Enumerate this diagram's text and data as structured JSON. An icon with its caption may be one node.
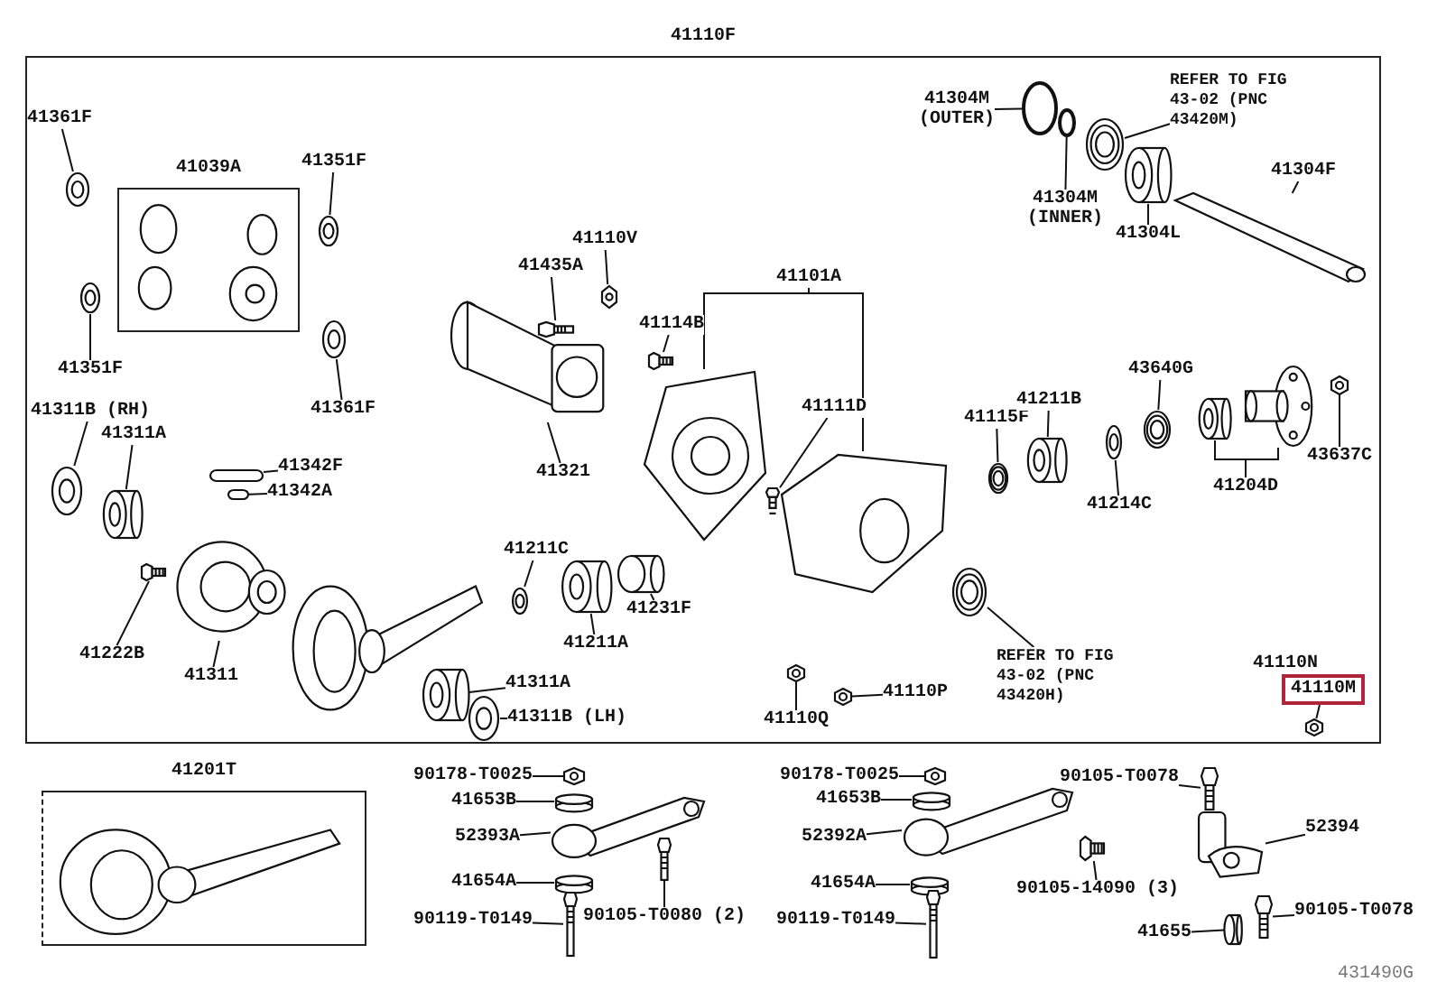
{
  "diagram": {
    "nodes": [
      {
        "text": [
          "41110F"
        ]
      },
      {
        "text": [
          "41039A"
        ],
        "in": 0
      },
      {
        "text": [
          "41361F"
        ],
        "in": 0
      },
      {
        "text": [],
        "shape": "picture",
        "in": 0
      },
      {
        "text": [
          "41351F"
        ],
        "in": 0
      },
      {
        "text": [],
        "shape": "picture",
        "in": 0
      },
      {
        "text": [
          "41351F"
        ],
        "in": 0
      },
      {
        "text": [],
        "shape": "picture",
        "in": 0
      },
      {
        "text": [
          "41361F"
        ],
        "in": 0
      },
      {
        "text": [],
        "shape": "picture",
        "in": 0
      },
      {
        "text": [
          "41311B (RH)"
        ],
        "in": 0
      },
      {
        "text": [],
        "shape": "picture",
        "in": 0
      },
      {
        "text": [
          "41311A"
        ],
        "in": 0
      },
      {
        "text": [],
        "shape": "picture",
        "in": 0
      },
      {
        "text": [
          "41342F"
        ],
        "in": 0
      },
      {
        "text": [],
        "shape": "bar",
        "in": 0
      },
      {
        "text": [
          "41342A"
        ],
        "in": 0
      },
      {
        "text": [],
        "shape": "bar",
        "in": 0
      },
      {
        "text": [
          "41435A"
        ],
        "in": 0
      },
      {
        "text": [],
        "shape": "picture",
        "in": 0
      },
      {
        "text": [
          "41110V"
        ],
        "in": 0
      },
      {
        "text": [],
        "shape": "picture",
        "in": 0
      },
      {
        "text": [
          "41321"
        ],
        "in": 0
      },
      {
        "text": [],
        "shape": "picture",
        "in": 0
      },
      {
        "text": [
          "41114B"
        ],
        "in": 0
      },
      {
        "text": [],
        "shape": "picture",
        "in": 0
      },
      {
        "text": [
          "41101A"
        ],
        "in": 0
      },
      {
        "text": [],
        "shape": "picture",
        "in": 0
      },
      {
        "text": [],
        "shape": "picture",
        "in": 0
      },
      {
        "text": [
          "41111D"
        ],
        "in": 0
      },
      {
        "text": [],
        "shape": "picture",
        "in": 0
      },
      {
        "text": [
          "41115F"
        ],
        "in": 0
      },
      {
        "text": [],
        "shape": "picture",
        "in": 0
      },
      {
        "text": [
          "41211B"
        ],
        "in": 0
      },
      {
        "text": [],
        "shape": "picture",
        "in": 0
      },
      {
        "text": [
          "41214C"
        ],
        "in": 0
      },
      {
        "text": [],
        "shape": "picture",
        "in": 0
      },
      {
        "text": [
          "43640G"
        ],
        "in": 0
      },
      {
        "text": [],
        "shape": "picture",
        "in": 0
      },
      {
        "text": [
          "41204D"
        ],
        "in": 0
      },
      {
        "text": [],
        "shape": "picture",
        "in": 0
      },
      {
        "text": [],
        "shape": "picture",
        "in": 0
      },
      {
        "text": [
          "43637C"
        ],
        "in": 0
      },
      {
        "text": [],
        "shape": "picture",
        "in": 0
      },
      {
        "text": [
          "41304M",
          "(OUTER)"
        ],
        "in": 0
      },
      {
        "text": [],
        "shape": "circle",
        "in": 0
      },
      {
        "text": [
          "41304M",
          "(INNER)"
        ],
        "in": 0
      },
      {
        "text": [],
        "shape": "circle",
        "in": 0
      },
      {
        "text": [
          "REFER TO FIG 43-02 (PNC 43420M)"
        ],
        "in": 0
      },
      {
        "text": [],
        "shape": "picture",
        "in": 0
      },
      {
        "text": [
          "41304L"
        ],
        "in": 0
      },
      {
        "text": [],
        "shape": "picture",
        "in": 0
      },
      {
        "text": [
          "41304F"
        ],
        "in": 0
      },
      {
        "text": [],
        "shape": "picture",
        "in": 0
      },
      {
        "text": [
          "41222B"
        ],
        "in": 0
      },
      {
        "text": [],
        "shape": "picture",
        "in": 0
      },
      {
        "text": [
          "41311"
        ],
        "in": 0
      },
      {
        "text": [],
        "shape": "picture",
        "in": 0
      },
      {
        "text": [
          "41211C"
        ],
        "in": 0
      },
      {
        "text": [],
        "shape": "picture",
        "in": 0
      },
      {
        "text": [
          "41211A"
        ],
        "in": 0
      },
      {
        "text": [],
        "shape": "picture",
        "in": 0
      },
      {
        "text": [
          "41231F"
        ],
        "in": 0
      },
      {
        "text": [],
        "shape": "cylinder",
        "in": 0
      },
      {
        "text": [
          "41311A"
        ],
        "in": 0
      },
      {
        "text": [],
        "shape": "picture",
        "in": 0
      },
      {
        "text": [
          "41311B (LH)"
        ],
        "in": 0
      },
      {
        "text": [],
        "shape": "picture",
        "in": 0
      },
      {
        "text": [
          "REFER TO FIG 43-02 (PNC 43420H)"
        ],
        "in": 0
      },
      {
        "text": [],
        "shape": "picture",
        "in": 0
      },
      {
        "text": [
          "41110Q"
        ],
        "in": 0
      },
      {
        "text": [],
        "shape": "picture",
        "in": 0
      },
      {
        "text": [
          "41110P"
        ],
        "in": 0
      },
      {
        "text": [],
        "shape": "picture",
        "in": 0
      },
      {
        "text": [
          "41110M"
        ],
        "in": 0
      },
      {
        "text": [],
        "shape": "picture",
        "in": 0
      },
      {
        "text": [
          "41201T"
        ]
      },
      {
        "text": [
          "90178-T0025"
        ]
      },
      {
        "text": [],
        "shape": "picture"
      },
      {
        "text": [
          "41653B"
        ]
      },
      {
        "text": [],
        "shape": "cylinder"
      },
      {
        "text": [
          "52393A"
        ]
      },
      {
        "text": [],
        "shape": "picture"
      },
      {
        "text": [
          "41654A"
        ]
      },
      {
        "text": [],
        "shape": "cylinder"
      },
      {
        "text": [
          "90119-T0149"
        ]
      },
      {
        "text": [],
        "shape": "picture"
      },
      {
        "text": [
          "90105-T0080 (2)"
        ]
      },
      {
        "text": [],
        "shape": "picture"
      },
      {
        "text": [
          "90178-T0025"
        ]
      },
      {
        "text": [],
        "shape": "picture"
      },
      {
        "text": [
          "41653B"
        ]
      },
      {
        "text": [],
        "shape": "cylinder"
      },
      {
        "text": [
          "52392A"
        ]
      },
      {
        "text": [],
        "shape": "picture"
      },
      {
        "text": [
          "41654A"
        ]
      },
      {
        "text": [],
        "shape": "cylinder"
      },
      {
        "text": [
          "90119-T0149"
        ]
      },
      {
        "text": [],
        "shape": "picture"
      },
      {
        "text": [
          "90105-14090 (3)"
        ]
      },
      {
        "text": [],
        "shape": "picture"
      },
      {
        "text": [
          "90105-T0078"
        ]
      },
      {
        "text": [],
        "shape": "picture"
      },
      {
        "text": [
          "52394"
        ]
      },
      {
        "text": [],
        "shape": "picture"
      },
      {
        "text": [
          "41655"
        ]
      },
      {
        "text": [],
        "shape": "cylinder"
      },
      {
        "text": [
          "90105-T0078"
        ]
      },
      {
        "text": [],
        "shape": "picture"
      }
    ],
    "edges": [
      {
        "from": 2,
        "to": 3,
        "arrow": "none"
      },
      {
        "from": 4,
        "to": 5,
        "arrow": "none"
      },
      {
        "from": 6,
        "to": 7,
        "arrow": "none"
      },
      {
        "from": 8,
        "to": 9,
        "arrow": "none"
      },
      {
        "from": 10,
        "to": 11,
        "arrow": "none"
      },
      {
        "from": 12,
        "to": 13,
        "arrow": "none"
      },
      {
        "from": 14,
        "to": 15,
        "arrow": "none"
      },
      {
        "from": 16,
        "to": 17,
        "arrow": "none"
      },
      {
        "from": 18,
        "to": 19,
        "arrow": "none"
      },
      {
        "from": 20,
        "to": 21,
        "arrow": "none"
      },
      {
        "from": 22,
        "to": 23,
        "arrow": "none"
      },
      {
        "from": 24,
        "to": 25,
        "arrow": "none"
      },
      {
        "from": 26,
        "to": 27,
        "arrow": "none"
      },
      {
        "from": 26,
        "to": 28,
        "arrow": "none"
      },
      {
        "from": 29,
        "to": 30,
        "arrow": "none"
      },
      {
        "from": 31,
        "to": 32,
        "arrow": "none"
      },
      {
        "from": 33,
        "to": 34,
        "arrow": "none"
      },
      {
        "from": 35,
        "to": 36,
        "arrow": "none"
      },
      {
        "from": 37,
        "to": 38,
        "arrow": "none"
      },
      {
        "from": 39,
        "to": 40,
        "arrow": "none"
      },
      {
        "from": 39,
        "to": 41,
        "arrow": "none"
      },
      {
        "from": 42,
        "to": 43,
        "arrow": "none"
      },
      {
        "from": 44,
        "to": 45,
        "arrow": "none"
      },
      {
        "from": 46,
        "to": 47,
        "arrow": "none"
      },
      {
        "from": 48,
        "to": 49,
        "arrow": "none"
      },
      {
        "from": 50,
        "to": 51,
        "arrow": "none"
      },
      {
        "from": 52,
        "to": 53,
        "arrow": "none"
      },
      {
        "from": 54,
        "to": 55,
        "arrow": "none"
      },
      {
        "from": 56,
        "to": 57,
        "arrow": "none"
      },
      {
        "from": 58,
        "to": 59,
        "arrow": "none"
      },
      {
        "from": 60,
        "to": 61,
        "arrow": "none"
      },
      {
        "from": 62,
        "to": 63,
        "arrow": "none"
      },
      {
        "from": 64,
        "to": 65,
        "arrow": "none"
      },
      {
        "from": 66,
        "to": 67,
        "arrow": "none"
      },
      {
        "from": 68,
        "to": 69,
        "arrow": "none"
      },
      {
        "from": 70,
        "to": 71,
        "arrow": "none"
      },
      {
        "from": 72,
        "to": 73,
        "arrow": "none"
      },
      {
        "from": 74,
        "to": 75,
        "arrow": "none"
      },
      {
        "from": 77,
        "to": 78,
        "arrow": "none"
      },
      {
        "from": 79,
        "to": 80,
        "arrow": "none"
      },
      {
        "from": 81,
        "to": 82,
        "arrow": "none"
      },
      {
        "from": 83,
        "to": 84,
        "arrow": "none"
      },
      {
        "from": 85,
        "to": 86,
        "arrow": "none"
      },
      {
        "from": 87,
        "to": 88,
        "arrow": "none"
      },
      {
        "from": 89,
        "to": 90,
        "arrow": "none"
      },
      {
        "from": 91,
        "to": 92,
        "arrow": "none"
      },
      {
        "from": 93,
        "to": 94,
        "arrow": "none"
      },
      {
        "from": 95,
        "to": 96,
        "arrow": "none"
      },
      {
        "from": 97,
        "to": 98,
        "arrow": "none"
      },
      {
        "from": 99,
        "to": 100,
        "arrow": "none"
      },
      {
        "from": 101,
        "to": 102,
        "arrow": "none"
      },
      {
        "from": 103,
        "to": 104,
        "arrow": "none"
      },
      {
        "from": 105,
        "to": 106,
        "arrow": "none"
      },
      {
        "from": 107,
        "to": 108,
        "arrow": "none"
      }
    ],
    "labels": [
      "41110N",
      "431490G"
    ]
  }
}
